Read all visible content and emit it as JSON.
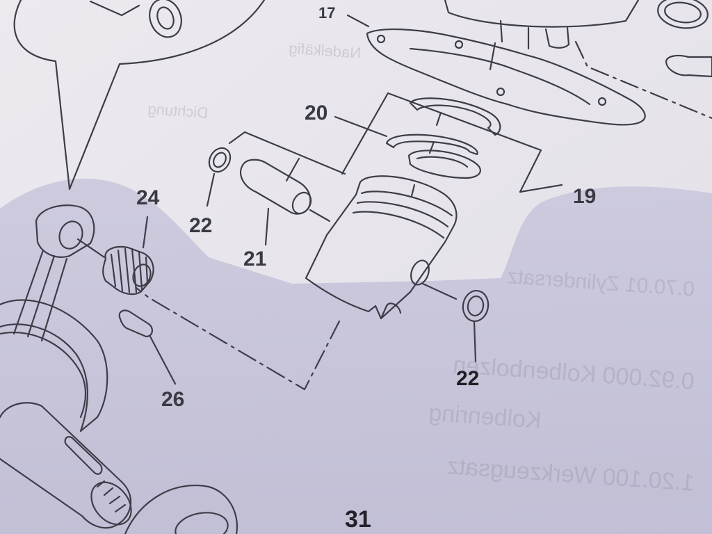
{
  "diagram": {
    "part_labels": {
      "p17": "17",
      "p19": "19",
      "p20": "20",
      "p21": "21",
      "p22a": "22",
      "p22b": "22",
      "p24": "24",
      "p26": "26"
    },
    "page_number": "31",
    "bleed_through_text": {
      "line1": "0.70.01 Zylindersatz",
      "line2": "0.92.000 Kolbenbolzen",
      "line3": "Kolbenring",
      "line4": "1.20.100 Werkzeugsatz",
      "line5": "Nadelkäfig",
      "line6": "Dichtung"
    },
    "colors": {
      "paper": "#e9e6ec",
      "shadow": "#c3c0d6",
      "ink": "#3a3a44"
    }
  }
}
